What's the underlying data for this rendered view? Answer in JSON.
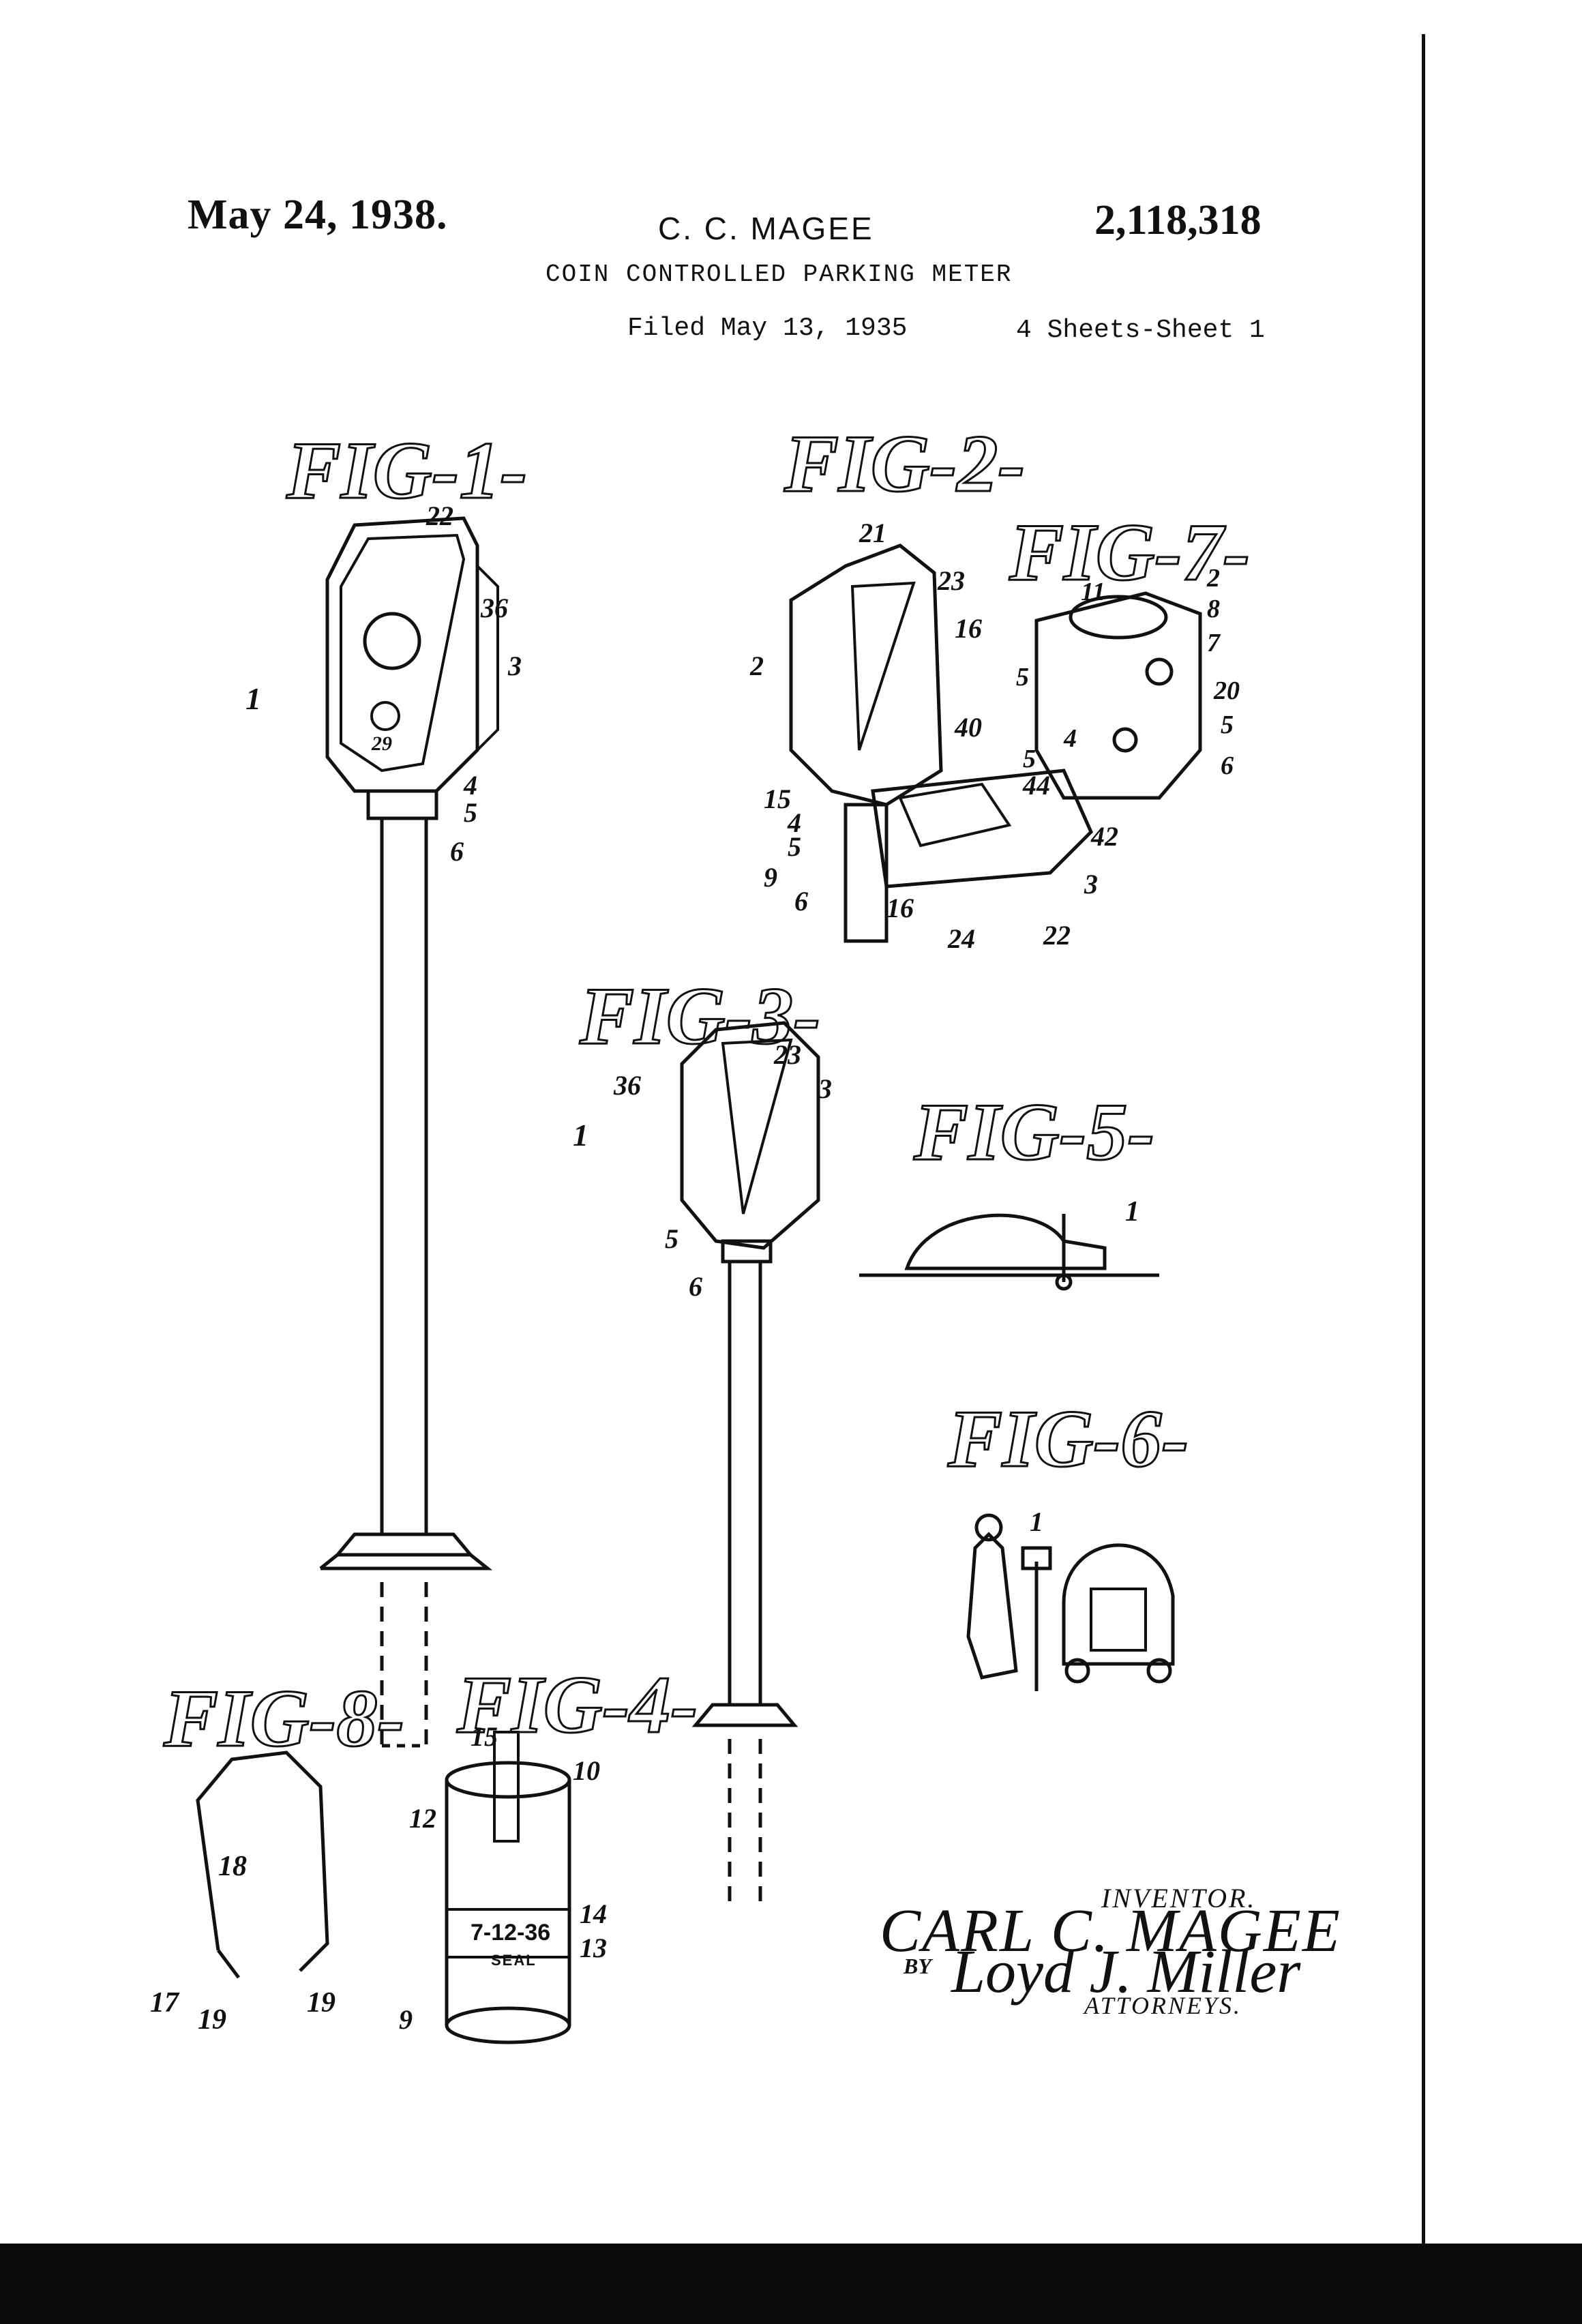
{
  "header": {
    "date": "May 24, 1938.",
    "inventor_name": "C. C. MAGEE",
    "patent_number": "2,118,318",
    "title": "COIN CONTROLLED PARKING METER",
    "filed": "Filed May 13, 1935",
    "sheets": "4 Sheets-Sheet 1"
  },
  "figures": {
    "fig1": "FIG-1-",
    "fig2": "FIG-2-",
    "fig3": "FIG-3-",
    "fig4": "FIG-4-",
    "fig5": "FIG-5-",
    "fig6": "FIG-6-",
    "fig7": "FIG-7-",
    "fig8": "FIG-8-"
  },
  "seal": {
    "date": "7-12-36",
    "label": "SEAL"
  },
  "signature": {
    "inventor_label": "INVENTOR.",
    "inventor_signature": "CARL C. MAGEE",
    "by": "BY",
    "attorney_signature": "Loyd J. Miller",
    "attorneys_label": "ATTORNEYS."
  }
}
